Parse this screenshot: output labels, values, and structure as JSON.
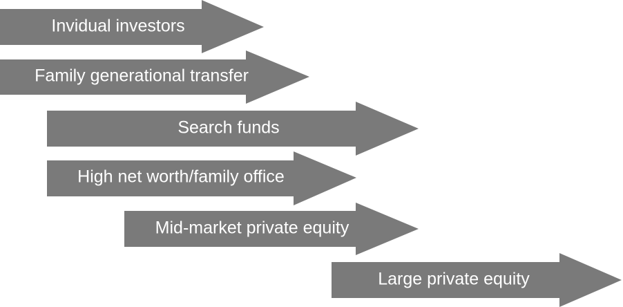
{
  "arrows": [
    {
      "label": "Invidual investors"
    },
    {
      "label": "Family generational transfer"
    },
    {
      "label": "Search funds"
    },
    {
      "label": "High net worth/family office"
    },
    {
      "label": "Mid-market private equity"
    },
    {
      "label": "Large private equity"
    }
  ],
  "colors": {
    "arrow_fill": "#7a7a7a",
    "label_text": "#ffffff",
    "background": "#ffffff"
  }
}
